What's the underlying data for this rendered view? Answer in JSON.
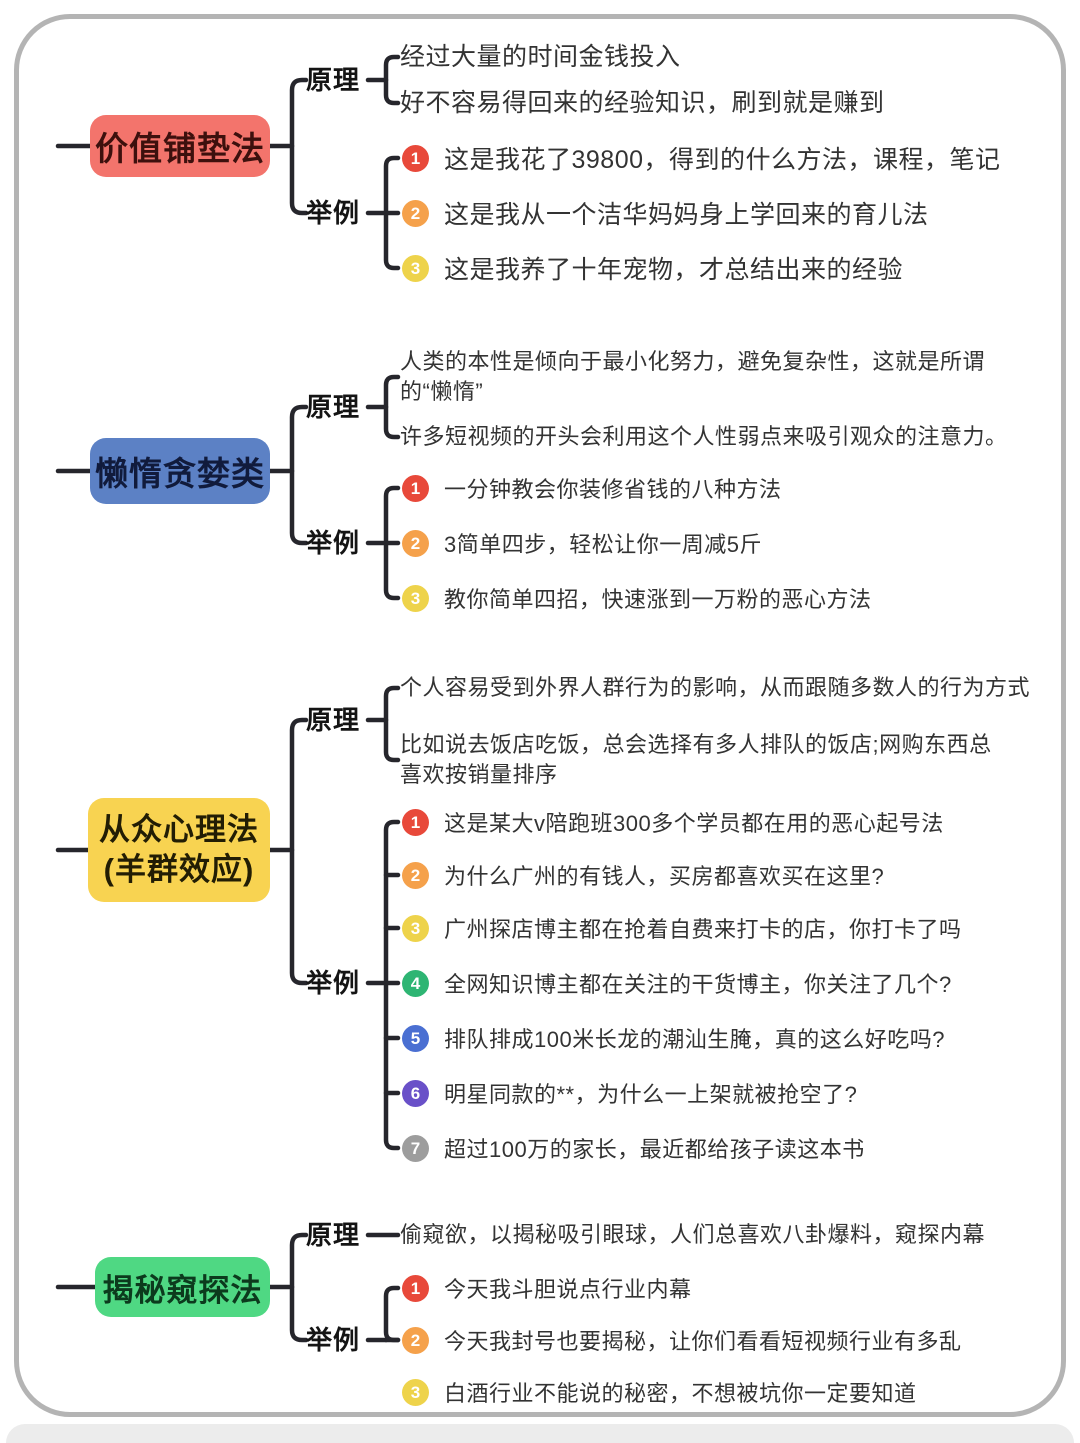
{
  "frame": {
    "border_color": "#b4b4b4",
    "background": "#ffffff",
    "line_color": "#26262c"
  },
  "labels": {
    "principle": "原理",
    "example": "举例"
  },
  "branches": [
    {
      "title": "价值铺垫法",
      "box_color": "#f3746c",
      "box_text_color": "#3d100d",
      "principles": [
        "经过大量的时间金钱投入",
        "好不容易得回来的经验知识，刷到就是赚到"
      ],
      "examples": [
        {
          "n": "1",
          "color": "#e8493a",
          "text": "这是我花了39800，得到的什么方法，课程，笔记"
        },
        {
          "n": "2",
          "color": "#f5a14b",
          "text": "这是我从一个洁华妈妈身上学回来的育儿法"
        },
        {
          "n": "3",
          "color": "#eed34b",
          "text": "这是我养了十年宠物，才总结出来的经验"
        }
      ]
    },
    {
      "title": "懒惰贪婪类",
      "box_color": "#5c81c5",
      "box_text_color": "#111b3c",
      "principles": [
        "人类的本性是倾向于最小化努力，避免复杂性，这就是所谓的“懒惰”",
        "许多短视频的开头会利用这个人性弱点来吸引观众的注意力。"
      ],
      "examples": [
        {
          "n": "1",
          "color": "#e8493a",
          "text": "一分钟教会你装修省钱的八种方法"
        },
        {
          "n": "2",
          "color": "#f5a14b",
          "text": "3简单四步，轻松让你一周减5斤"
        },
        {
          "n": "3",
          "color": "#eed34b",
          "text": "教你简单四招，快速涨到一万粉的恶心方法"
        }
      ]
    },
    {
      "title": "从众心理法",
      "subtitle": "(羊群效应)",
      "box_color": "#f8d351",
      "box_text_color": "#221d04",
      "principles": [
        "个人容易受到外界人群行为的影响，从而跟随多数人的行为方式",
        "比如说去饭店吃饭，总会选择有多人排队的饭店;网购东西总喜欢按销量排序"
      ],
      "examples": [
        {
          "n": "1",
          "color": "#e8493a",
          "text": "这是某大v陪跑班300多个学员都在用的恶心起号法"
        },
        {
          "n": "2",
          "color": "#f5a14b",
          "text": "为什么广州的有钱人，买房都喜欢买在这里?"
        },
        {
          "n": "3",
          "color": "#eed34b",
          "text": "广州探店博主都在抢着自费来打卡的店，你打卡了吗"
        },
        {
          "n": "4",
          "color": "#2eb573",
          "text": "全网知识博主都在关注的干货博主，你关注了几个?"
        },
        {
          "n": "5",
          "color": "#4a6fd2",
          "text": "排队排成100米长龙的潮汕生腌，真的这么好吃吗?"
        },
        {
          "n": "6",
          "color": "#6950c8",
          "text": "明星同款的**，为什么一上架就被抢空了?"
        },
        {
          "n": "7",
          "color": "#9d9d9d",
          "text": "超过100万的家长，最近都给孩子读这本书"
        }
      ]
    },
    {
      "title": "揭秘窥探法",
      "box_color": "#4fd883",
      "box_text_color": "#0c3a1d",
      "principles": [
        "偷窥欲，以揭秘吸引眼球，人们总喜欢八卦爆料，窥探内幕"
      ],
      "examples": [
        {
          "n": "1",
          "color": "#e8493a",
          "text": "今天我斗胆说点行业内幕"
        },
        {
          "n": "2",
          "color": "#f5a14b",
          "text": "今天我封号也要揭秘，让你们看看短视频行业有多乱"
        },
        {
          "n": "3",
          "color": "#eed34b",
          "text": "白酒行业不能说的秘密，不想被坑你一定要知道"
        }
      ]
    }
  ]
}
